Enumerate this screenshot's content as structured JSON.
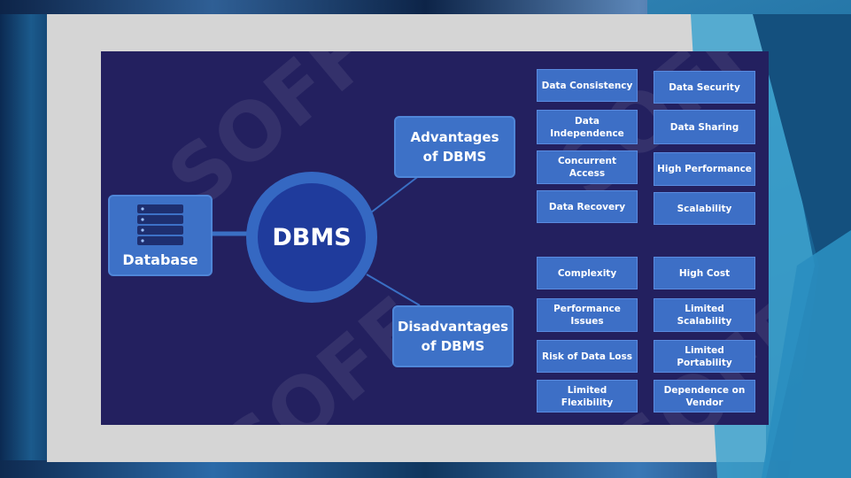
{
  "center": {
    "label": "DBMS"
  },
  "database": {
    "label": "Database"
  },
  "advantages": {
    "title": "Advantages of DBMS",
    "items": [
      "Data Consistency",
      "Data Security",
      "Data Independence",
      "Data Sharing",
      "Concurrent Access",
      "High Performance",
      "Data Recovery",
      "Scalability"
    ]
  },
  "disadvantages": {
    "title": "Disadvantages of DBMS",
    "items": [
      "Complexity",
      "High Cost",
      "Performance Issues",
      "Limited Scalability",
      "Risk of Data Loss",
      "Limited Portability",
      "Limited Flexibility",
      "Dependence on Vendor"
    ]
  },
  "watermark": "SOFF",
  "colors": {
    "diagram_bg": "#23205f",
    "box": "#3d71c7",
    "circle": "#1f3b9c"
  }
}
